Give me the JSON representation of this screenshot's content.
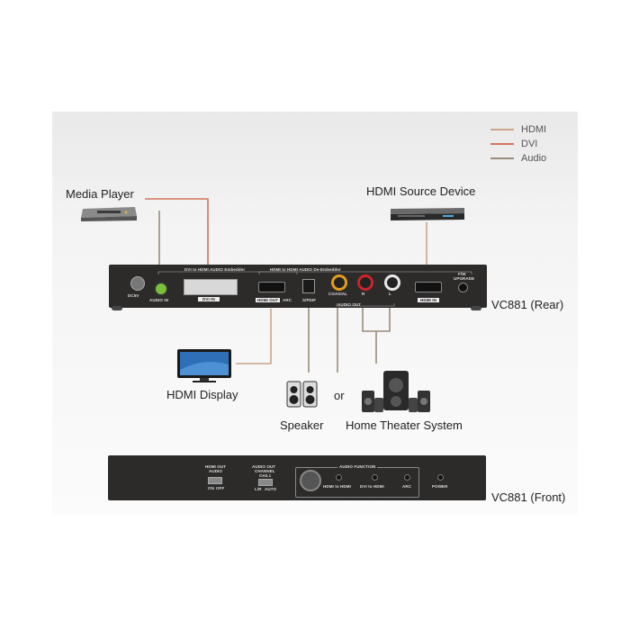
{
  "legend": [
    {
      "label": "HDMI",
      "color": "#c9a58c"
    },
    {
      "label": "DVI",
      "color": "#d4735d"
    },
    {
      "label": "Audio",
      "color": "#9a8c7a"
    }
  ],
  "labels": {
    "media_player": "Media Player",
    "hdmi_source": "HDMI Source Device",
    "rear": "VC881 (Rear)",
    "front": "VC881 (Front)",
    "hdmi_display": "HDMI Display",
    "speaker": "Speaker",
    "or": "or",
    "home_theater": "Home Theater System"
  },
  "rear_panel": {
    "dvi_group": "DVI to HDMI AUDIO Embedder",
    "hdmi_group": "HDMI to HDMI AUDIO De-Embedder",
    "audio_in": "AUDIO IN",
    "dvi_in": "DVI IN",
    "hdmi_out": "HDMI OUT",
    "arc": "ARC",
    "spdif": "S/PDIF",
    "coaxial": "COAXIAL",
    "r": "R",
    "l": "L",
    "audio_out": "AUDIO OUT",
    "fw_upgrade_1": "F/W",
    "fw_upgrade_2": "UPGRADE",
    "hdmi_in": "HDMI IN",
    "power": "DC5V"
  },
  "front_panel": {
    "hdmi_out_audio_1": "HDMI OUT",
    "hdmi_out_audio_2": "AUDIO",
    "on": "ON",
    "off": "OFF",
    "audio_out_channel_1": "AUDIO OUT",
    "audio_out_channel_2": "CHANNEL",
    "ch_sel": "CH3.1",
    "lrc": "L/R",
    "auto": "AUTO",
    "audio_function": "AUDIO FUNCTION",
    "hdmi_to_hdmi": "HDMI to HDMI",
    "dvi_to_hdmi": "DVI to HDMI",
    "arc": "ARC",
    "power": "POWER"
  }
}
